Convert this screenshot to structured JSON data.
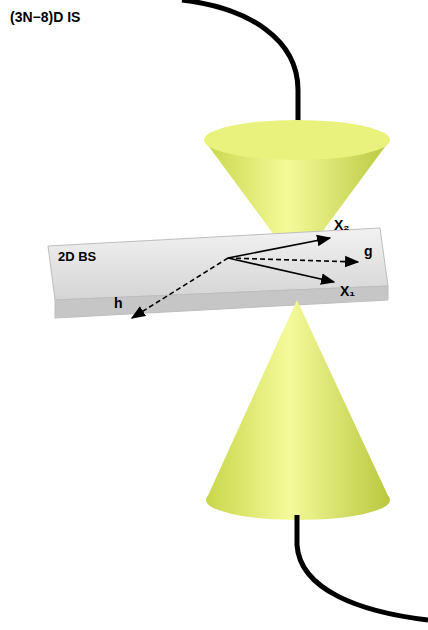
{
  "diagram": {
    "labels": [
      "(3N−8)D IS",
      "2D BS",
      "X₂",
      "g",
      "X₁",
      "h"
    ]
  }
}
